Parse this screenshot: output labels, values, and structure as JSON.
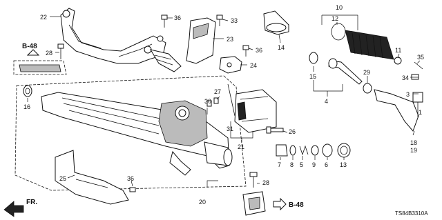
{
  "callouts": {
    "c1": "1",
    "c3": "3",
    "c4": "4",
    "c5": "5",
    "c6": "6",
    "c7": "7",
    "c8": "8",
    "c9": "9",
    "c10": "10",
    "c11": "11",
    "c12": "12",
    "c13": "13",
    "c14": "14",
    "c15": "15",
    "c16": "16",
    "c18": "18",
    "c19": "19",
    "c20": "20",
    "c21": "21",
    "c22": "22",
    "c23": "23",
    "c24": "24",
    "c25": "25",
    "c26": "26",
    "c27": "27",
    "c28a": "28",
    "c28b": "28",
    "c29": "29",
    "c30": "30",
    "c31": "31",
    "c33": "33",
    "c34": "34",
    "c35": "35",
    "c36a": "36",
    "c36b": "36",
    "c36c": "36"
  },
  "refs": {
    "ref_top": "B-48",
    "ref_bottom": "B-48"
  },
  "direction": "FR.",
  "diagram_code": "TS84B3310A"
}
